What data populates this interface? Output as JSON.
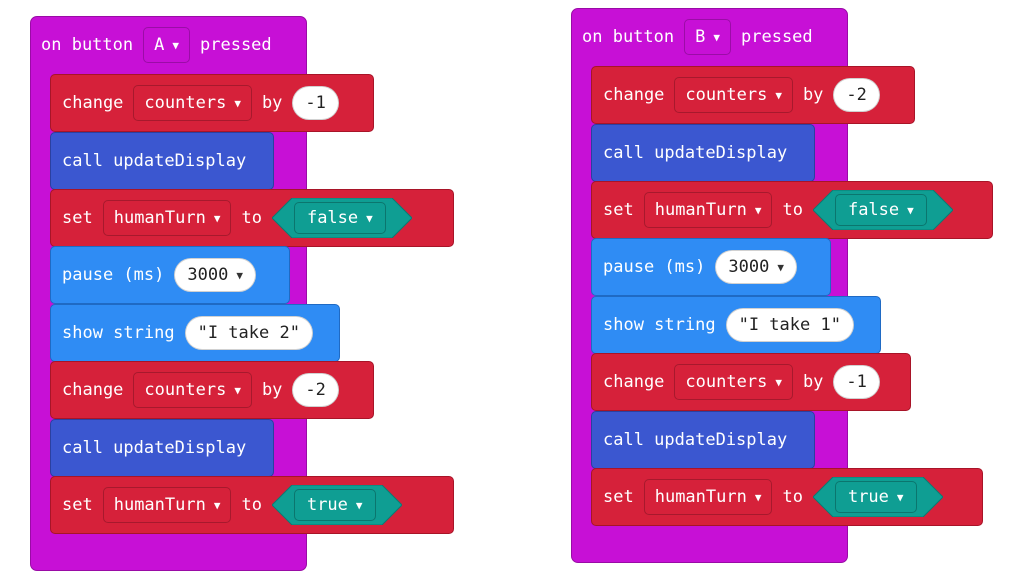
{
  "left": {
    "head": {
      "prefix": "on button",
      "button": "A",
      "suffix": "pressed"
    },
    "b1": {
      "kw": "change",
      "var": "counters",
      "by": "by",
      "val": "-1"
    },
    "b2": {
      "text": "call updateDisplay"
    },
    "b3": {
      "kw": "set",
      "var": "humanTurn",
      "to": "to",
      "val": "false"
    },
    "b4": {
      "kw": "pause (ms)",
      "val": "3000"
    },
    "b5": {
      "kw": "show string",
      "val": "\"I take 2\""
    },
    "b6": {
      "kw": "change",
      "var": "counters",
      "by": "by",
      "val": "-2"
    },
    "b7": {
      "text": "call updateDisplay"
    },
    "b8": {
      "kw": "set",
      "var": "humanTurn",
      "to": "to",
      "val": "true"
    }
  },
  "right": {
    "head": {
      "prefix": "on button",
      "button": "B",
      "suffix": "pressed"
    },
    "b1": {
      "kw": "change",
      "var": "counters",
      "by": "by",
      "val": "-2"
    },
    "b2": {
      "text": "call updateDisplay"
    },
    "b3": {
      "kw": "set",
      "var": "humanTurn",
      "to": "to",
      "val": "false"
    },
    "b4": {
      "kw": "pause (ms)",
      "val": "3000"
    },
    "b5": {
      "kw": "show string",
      "val": "\"I take 1\""
    },
    "b6": {
      "kw": "change",
      "var": "counters",
      "by": "by",
      "val": "-1"
    },
    "b7": {
      "text": "call updateDisplay"
    },
    "b8": {
      "kw": "set",
      "var": "humanTurn",
      "to": "to",
      "val": "true"
    }
  },
  "colors": {
    "event_block": "#c710d6",
    "variables_block": "#d6213a",
    "functions_block": "#3b57d0",
    "basic_block": "#2f8cf4",
    "logic_value": "#0f9e93"
  },
  "icons": {
    "dropdown": "caret-down-icon"
  }
}
